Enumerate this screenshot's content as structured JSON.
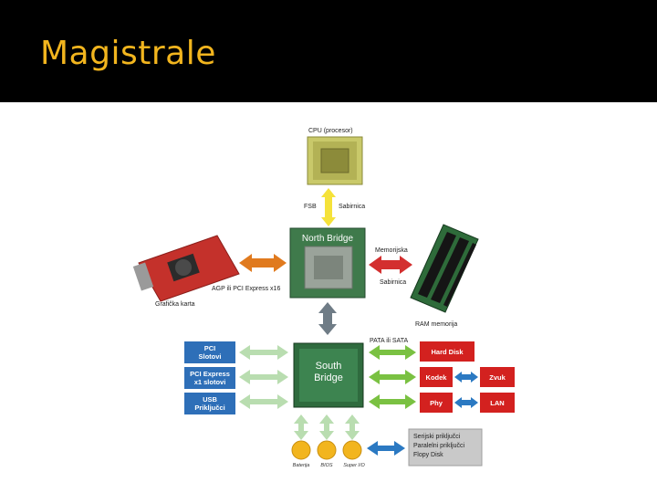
{
  "slide": {
    "title": "Magistrale"
  },
  "colors": {
    "title": "#f2b51e",
    "blue_box": "#2e6fb8",
    "red_box": "#d3211f",
    "orange_arrow": "#e07a1e",
    "red_arrow": "#d32f2f",
    "green_arrow": "#7ac142",
    "light_green_arrow": "#b9ddb0",
    "blue_arrow": "#2b79c2",
    "chip_green": "#2f6b3e"
  },
  "diagram": {
    "cpu": "CPU (procesor)",
    "fsb": "FSB",
    "sabirnica_top": "Sabirnica",
    "north_bridge": "North Bridge",
    "memorijska": "Memorijska",
    "sabirnica_mem": "Sabirnica",
    "agp": "AGP ili PCI Express x16",
    "graficka": "Grafička karta",
    "ram": "RAM memorija",
    "pata": "PATA ili SATA",
    "south_bridge_1": "South",
    "south_bridge_2": "Bridge",
    "pci_1": "PCI",
    "pci_2": "Slotovi",
    "pcie_1": "PCI Express",
    "pcie_2": "x1 slotovi",
    "usb_1": "USB",
    "usb_2": "Priključci",
    "hard_disk": "Hard Disk",
    "kodek": "Kodek",
    "zvuk": "Zvuk",
    "phy": "Phy",
    "lan": "LAN",
    "serial_1": "Serijski priključci",
    "serial_2": "Paralelni priključci",
    "serial_3": "Flopy Disk",
    "baterija": "Baterija",
    "bios": "BIOS",
    "superio": "Super I/O"
  }
}
